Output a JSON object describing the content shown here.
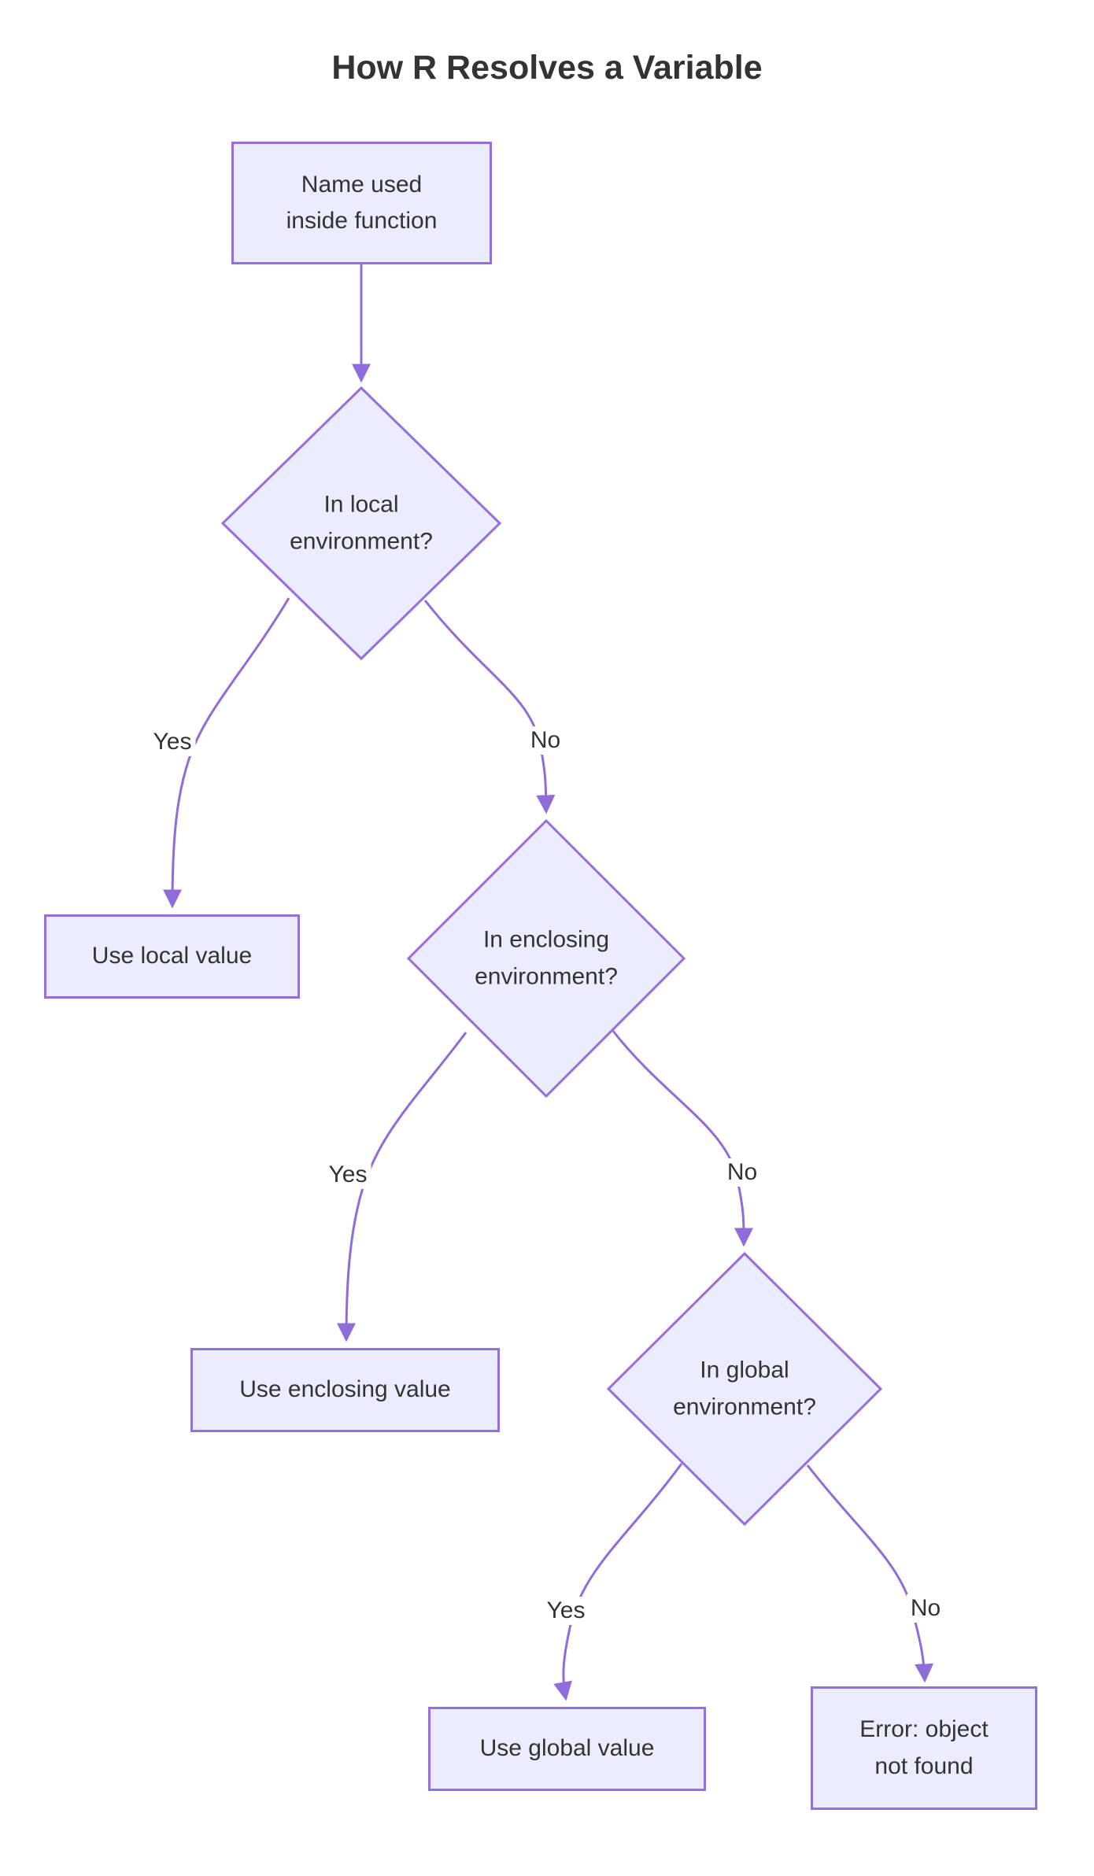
{
  "title": "How R Resolves a Variable",
  "colors": {
    "node_fill": "#ECECFF",
    "node_border": "#9370DB",
    "edge": "#8E6CD9",
    "text": "#333333",
    "background": "#FFFFFF"
  },
  "flowchart": {
    "nodes": {
      "start": {
        "label": "Name used\ninside function"
      },
      "local_check": {
        "label": "In local\nenvironment?"
      },
      "use_local": {
        "label": "Use local value"
      },
      "enclosing_check": {
        "label": "In enclosing\nenvironment?"
      },
      "use_enclosing": {
        "label": "Use enclosing value"
      },
      "global_check": {
        "label": "In global\nenvironment?"
      },
      "use_global": {
        "label": "Use global value"
      },
      "error": {
        "label": "Error: object\nnot found"
      }
    },
    "edge_labels": {
      "local_yes": "Yes",
      "local_no": "No",
      "enclosing_yes": "Yes",
      "enclosing_no": "No",
      "global_yes": "Yes",
      "global_no": "No"
    }
  }
}
